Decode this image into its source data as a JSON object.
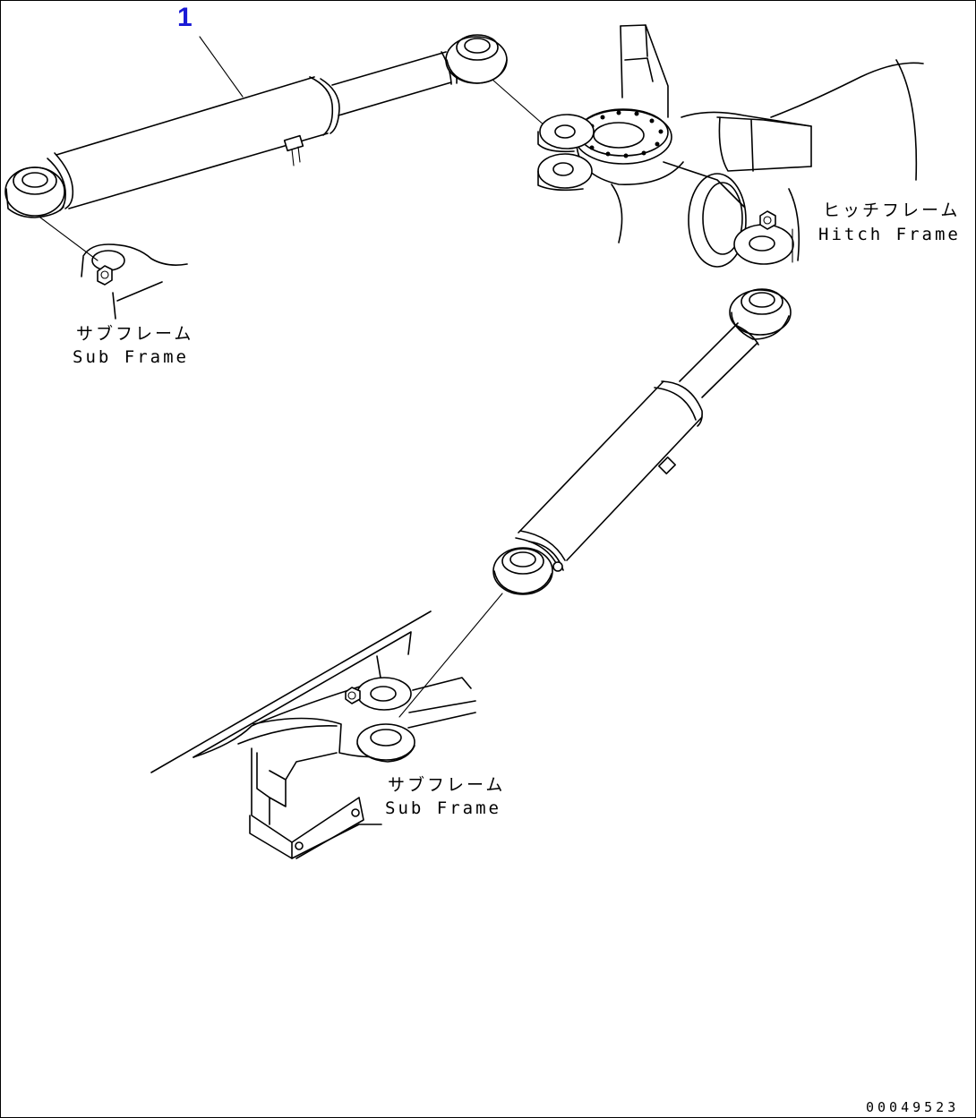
{
  "callouts": [
    {
      "number": "1",
      "color": "#1a1ad6"
    }
  ],
  "labels": {
    "hitch_frame_jp": "ヒッチフレーム",
    "hitch_frame_en": "Hitch Frame",
    "sub_frame_upper_jp": "サブフレーム",
    "sub_frame_upper_en": "Sub Frame",
    "sub_frame_lower_jp": "サブフレーム",
    "sub_frame_lower_en": "Sub Frame"
  },
  "drawing_code": "00049523",
  "icons": [
    "steering-cylinder-upper",
    "steering-cylinder-lower",
    "hitch-frame-bracket",
    "sub-frame-bracket-upper",
    "sub-frame-bracket-lower"
  ]
}
